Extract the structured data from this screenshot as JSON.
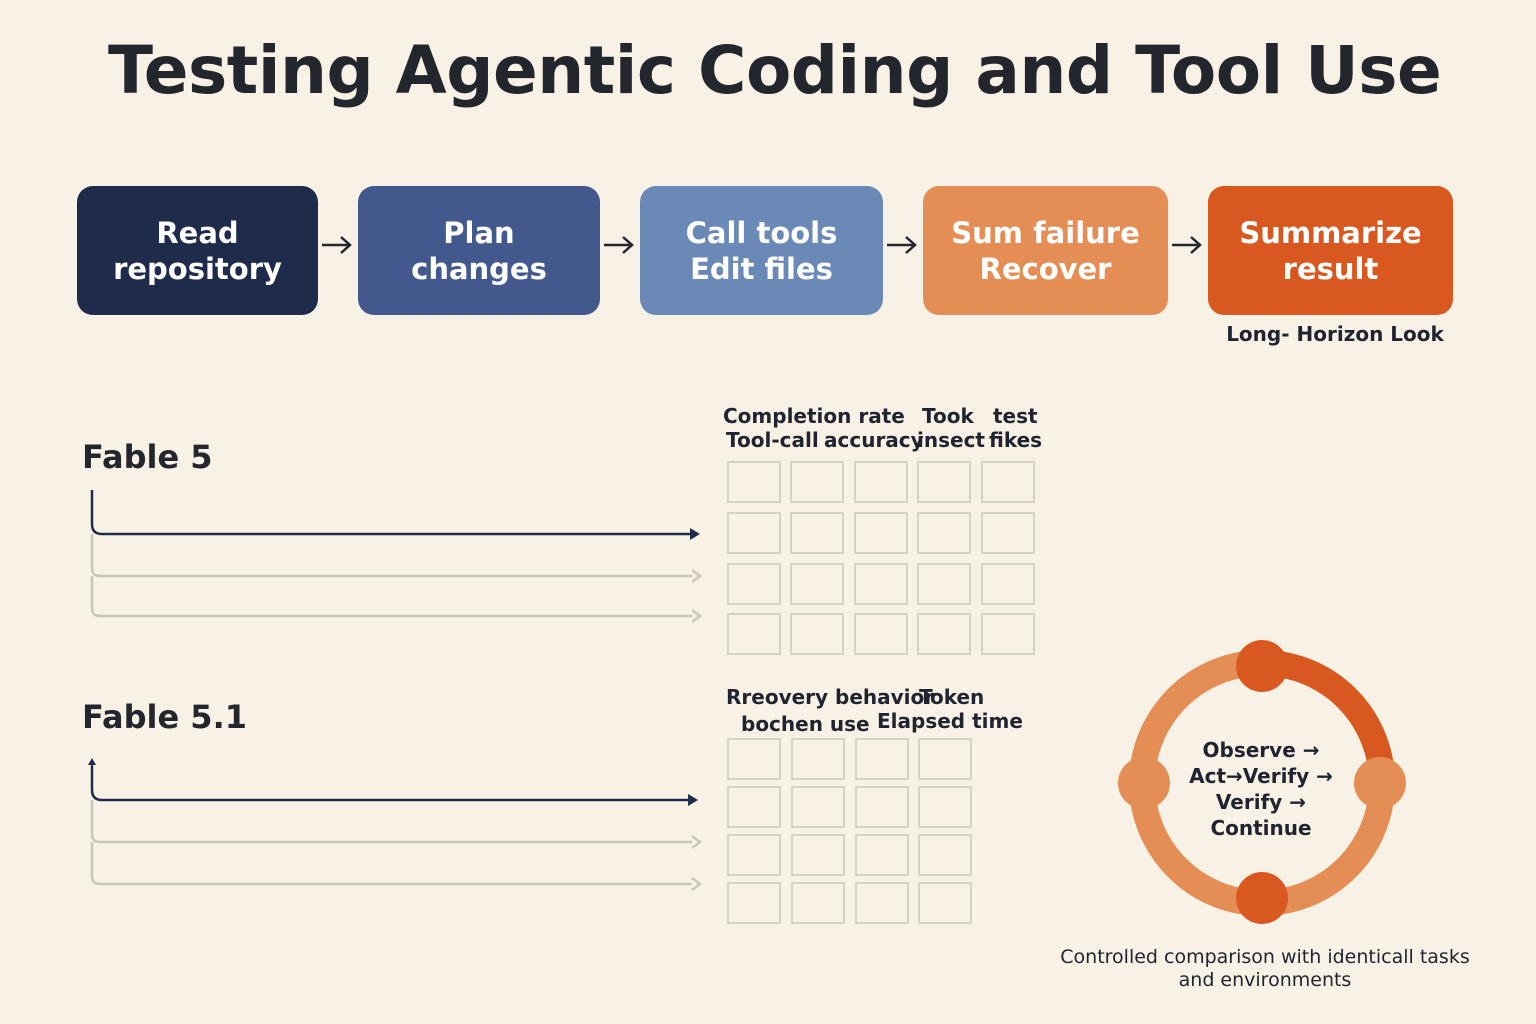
{
  "title": "Testing Agentic Coding and Tool Use",
  "stages": [
    {
      "line1": "Read",
      "line2": "repository",
      "color": "#1f2b4b"
    },
    {
      "line1": "Plan",
      "line2": "changes",
      "color": "#43598e"
    },
    {
      "line1": "Call tools",
      "line2": "Edit files",
      "color": "#6b89b7"
    },
    {
      "line1": "Sum failure",
      "line2": "Recover",
      "color": "#e48e55"
    },
    {
      "line1": "Summarize",
      "line2": "result",
      "color": "#d9581f"
    }
  ],
  "long_horizon_note": "Long- Horizon Look",
  "fable5": {
    "label": "Fable 5",
    "headers": {
      "completion_rate": "Completion rate",
      "took": "Took",
      "test": "test",
      "tool_call": "Tool-call",
      "accuracy": "accuracy",
      "insect": "insect",
      "fikes": "fikes"
    }
  },
  "fable51": {
    "label": "Fable 5.1",
    "headers": {
      "recovery_behavior": "Rreovery behavior",
      "token": "Token",
      "bochen_use": "bochen use",
      "elapsed_time": "Elapsed time"
    }
  },
  "cycle": {
    "line1": "Observe →",
    "line2": "Act→Verify →",
    "line3": "Verify →",
    "line4": "Continue"
  },
  "caption": "Controlled comparison with identicall tasks and environments",
  "colors": {
    "background": "#f8f1e5",
    "navy": "#1f2b4b",
    "orange": "#d9581f",
    "light_orange": "#e48e55",
    "grid_line": "#d6d2c8"
  }
}
